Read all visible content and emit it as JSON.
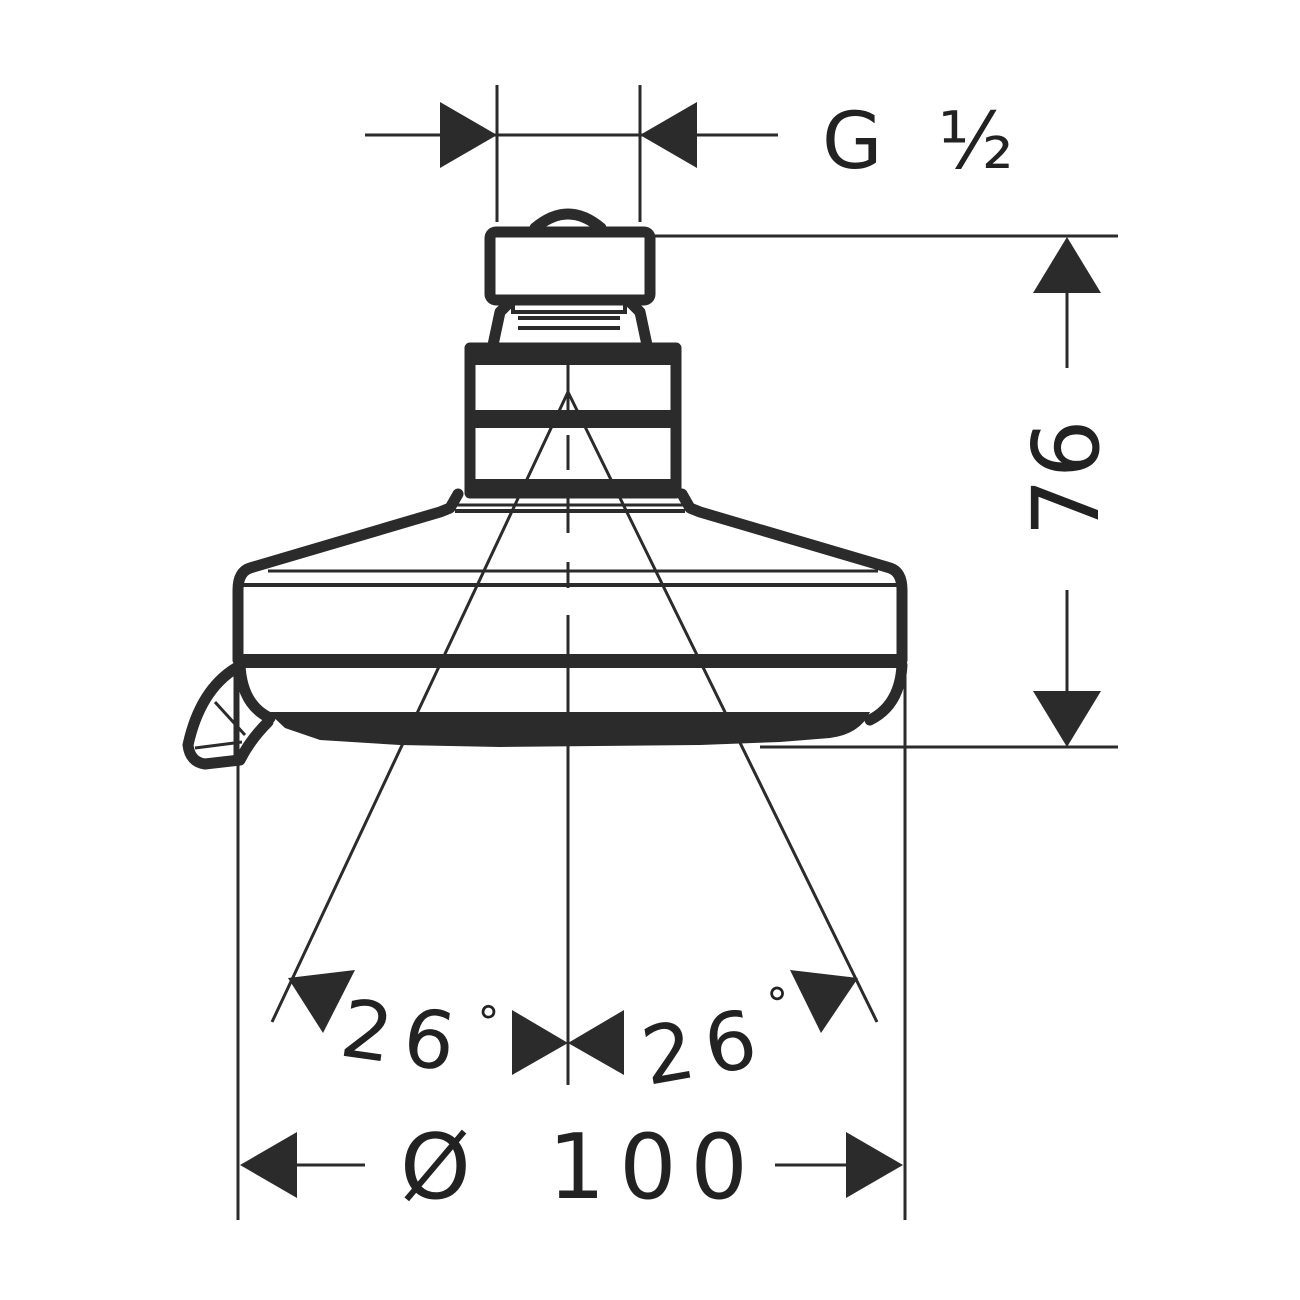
{
  "drawing": {
    "subject": "shower head technical drawing",
    "colors": {
      "line": "#2b2b2b",
      "background": "#ffffff"
    }
  },
  "dimensions": {
    "thread": {
      "prefix": "G",
      "value": "½"
    },
    "height": {
      "value": "76"
    },
    "spray_angle_left": {
      "value": "26",
      "unit": "°"
    },
    "spray_angle_right": {
      "value": "26",
      "unit": "°"
    },
    "diameter": {
      "symbol": "Ø",
      "value": "100"
    }
  }
}
